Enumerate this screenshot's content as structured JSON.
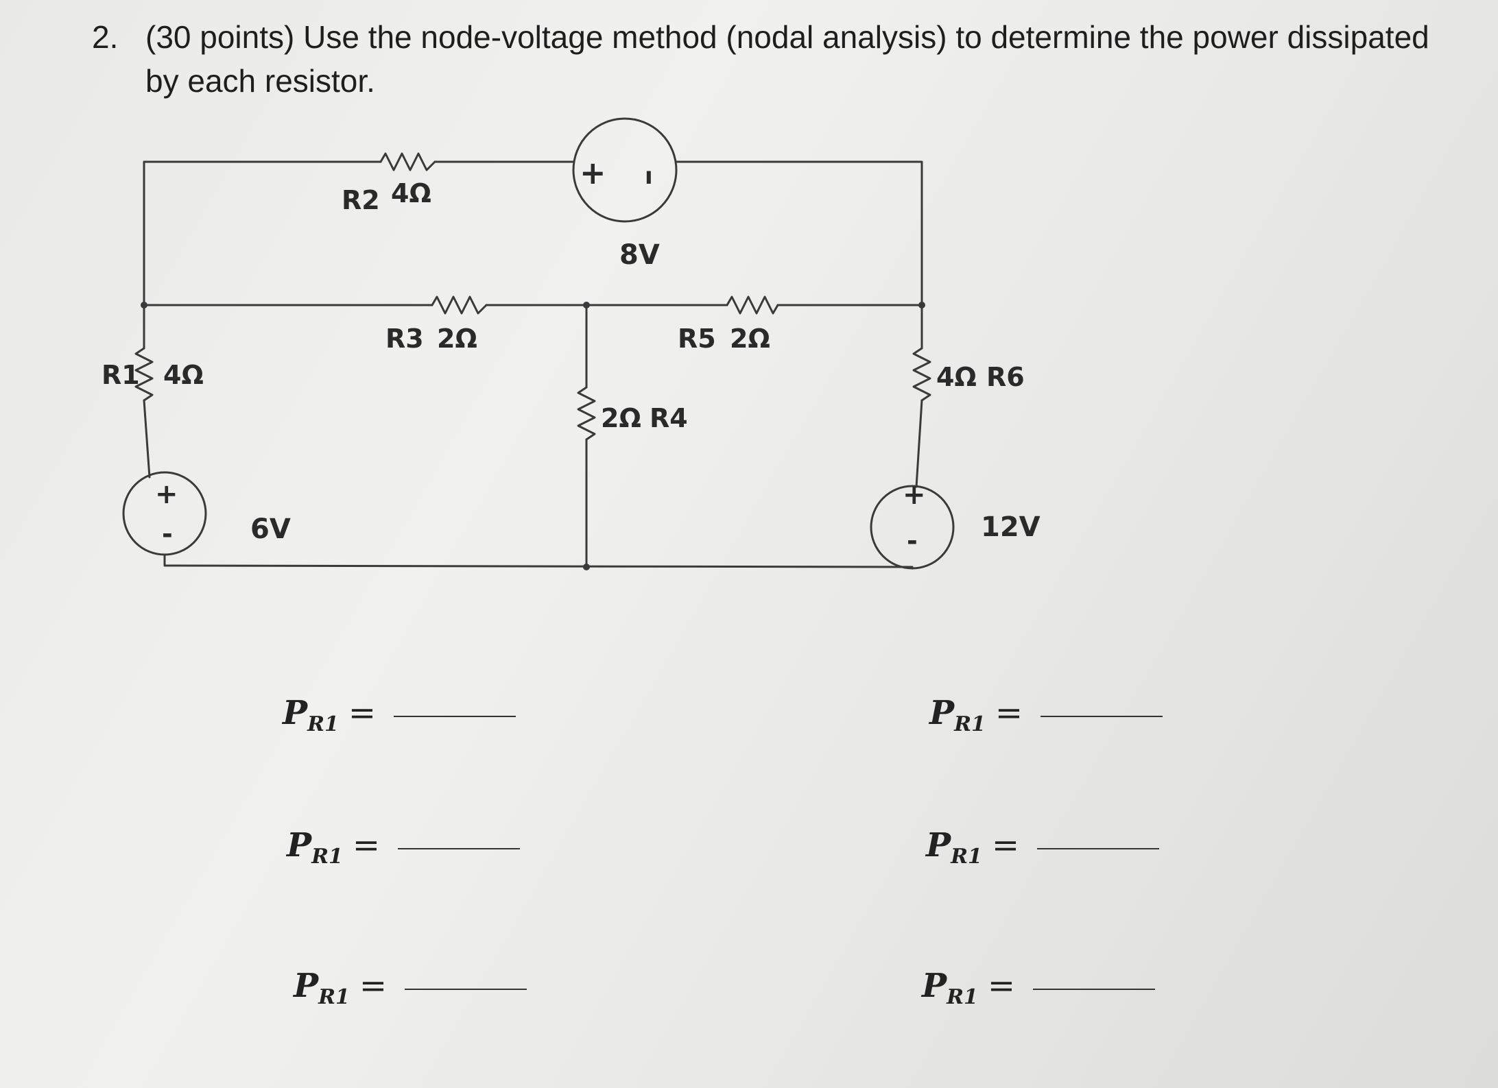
{
  "question": {
    "number": "2.",
    "text": "(30 points) Use the node-voltage method (nodal analysis) to determine the power dissipated by each resistor."
  },
  "circuit": {
    "labels": {
      "r1": "R1",
      "r1_value": "4Ω",
      "r2": "R2",
      "r2_value": "4Ω",
      "r3": "R3",
      "r3_value": "2Ω",
      "r4": "R4",
      "r4_value": "2Ω",
      "r5": "R5",
      "r5_value": "2Ω",
      "r6": "R6",
      "r6_value": "4Ω",
      "source_6v": "6V",
      "source_8v": "8V",
      "source_12v": "12V"
    },
    "polarity": {
      "plus": "+",
      "minus": "-",
      "tick": "ı"
    }
  },
  "answers": {
    "symbol": "P",
    "subscript": "R1",
    "equals": "="
  }
}
